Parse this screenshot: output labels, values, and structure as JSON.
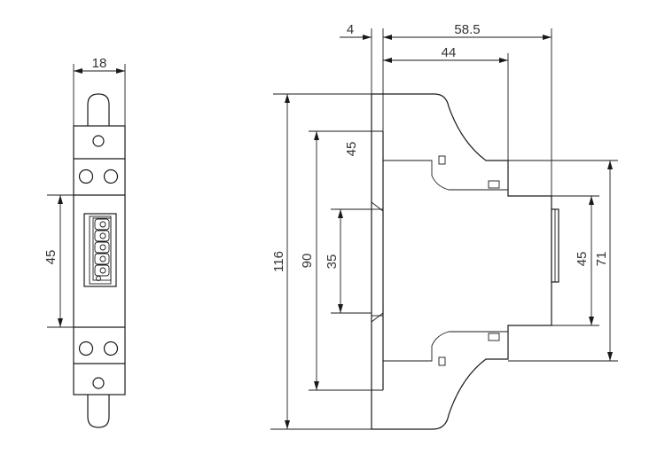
{
  "front_view": {
    "width_label": "18",
    "height_label": "45"
  },
  "side_view": {
    "top_labels": {
      "d4": "4",
      "d58_5": "58.5",
      "d44": "44"
    },
    "left_labels": {
      "d116": "116",
      "d90": "90",
      "d45": "45",
      "d35": "35"
    },
    "right_labels": {
      "d45": "45",
      "d71": "71"
    }
  },
  "colors": {
    "line": "#1a1a1a",
    "text": "#333333",
    "background": "#ffffff"
  }
}
